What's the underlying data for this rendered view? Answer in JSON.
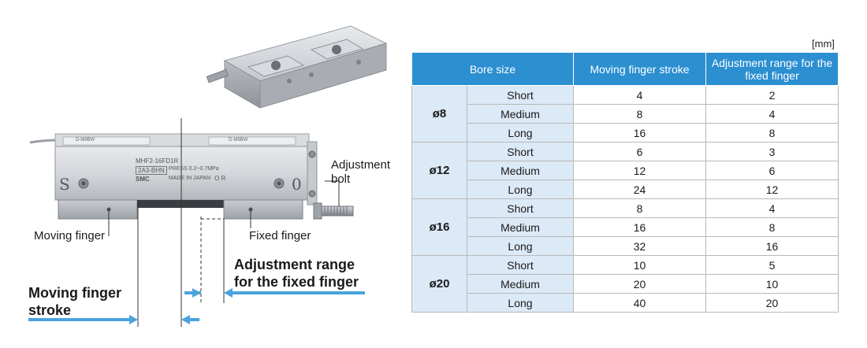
{
  "diagram": {
    "moving_finger_label": "Moving finger",
    "fixed_finger_label": "Fixed finger",
    "adjustment_bolt_label_line1": "Adjustment",
    "adjustment_bolt_label_line2": "bolt",
    "moving_stroke_label_line1": "Moving finger",
    "moving_stroke_label_line2": "stroke",
    "adjustment_range_label_line1": "Adjustment range",
    "adjustment_range_label_line2": "for the fixed finger",
    "body_marking_model": "MHF2-16FD1R",
    "body_marking_line2": "2A3-BHN",
    "body_marking_pressure": "PRESS 0.2~0.7MPa",
    "body_marking_origin": "MADE IN JAPAN",
    "body_marking_brand": "SMC",
    "body_marking_or": "O R",
    "body_letter_left": "S",
    "body_letter_right": "0",
    "sensor_marking": "D-M9BW",
    "accent_color": "#4aa3dc"
  },
  "table": {
    "unit": "[mm]",
    "headers": {
      "bore_size": "Bore size",
      "moving_stroke": "Moving finger stroke",
      "adjustment_range": "Adjustment range for the fixed finger"
    },
    "groups": [
      {
        "bore": "ø8",
        "rows": [
          {
            "length": "Short",
            "stroke": "4",
            "range": "2"
          },
          {
            "length": "Medium",
            "stroke": "8",
            "range": "4"
          },
          {
            "length": "Long",
            "stroke": "16",
            "range": "8"
          }
        ]
      },
      {
        "bore": "ø12",
        "rows": [
          {
            "length": "Short",
            "stroke": "6",
            "range": "3"
          },
          {
            "length": "Medium",
            "stroke": "12",
            "range": "6"
          },
          {
            "length": "Long",
            "stroke": "24",
            "range": "12"
          }
        ]
      },
      {
        "bore": "ø16",
        "rows": [
          {
            "length": "Short",
            "stroke": "8",
            "range": "4"
          },
          {
            "length": "Medium",
            "stroke": "16",
            "range": "8"
          },
          {
            "length": "Long",
            "stroke": "32",
            "range": "16"
          }
        ]
      },
      {
        "bore": "ø20",
        "rows": [
          {
            "length": "Short",
            "stroke": "10",
            "range": "5"
          },
          {
            "length": "Medium",
            "stroke": "20",
            "range": "10"
          },
          {
            "length": "Long",
            "stroke": "40",
            "range": "20"
          }
        ]
      }
    ],
    "header_color": "#2b8fd0",
    "label_cell_color": "#dce9f6"
  }
}
